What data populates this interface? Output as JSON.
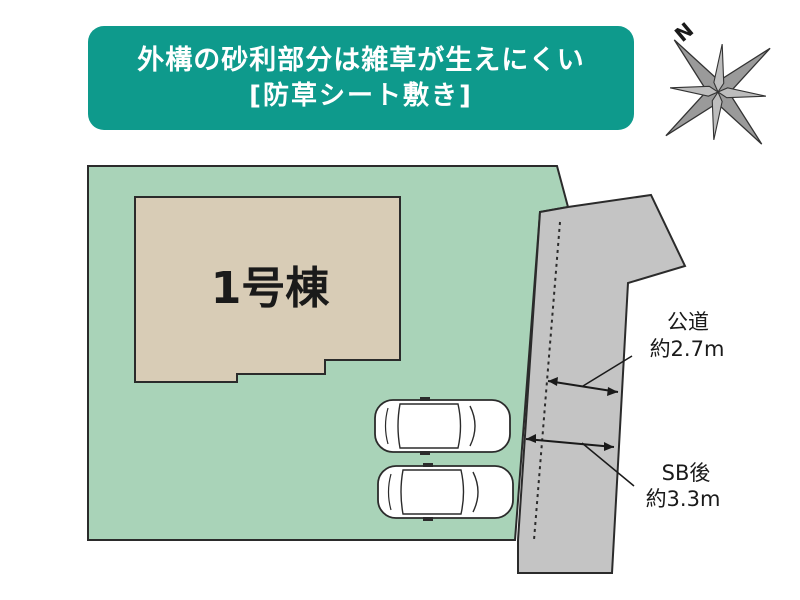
{
  "banner": {
    "line1": "外構の砂利部分は雑草が生えにくい",
    "line2": "[防草シート敷き]"
  },
  "building": {
    "label": "1号棟"
  },
  "compass": {
    "north_label": "N"
  },
  "road": {
    "name": "公道",
    "width_label": "約2.7m",
    "setback_name": "SB後",
    "setback_label": "約3.3m"
  },
  "colors": {
    "banner": "#0e9a8c",
    "lot": "#a9d3b8",
    "building": "#d8ccb6",
    "road": "#c4c4c4",
    "outline": "#2b2b2b"
  }
}
